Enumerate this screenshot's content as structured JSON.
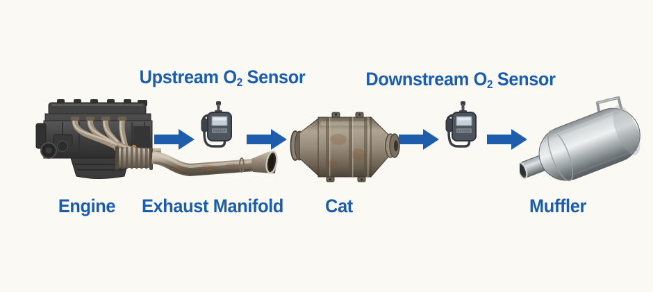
{
  "colors": {
    "background": "#faf9f4",
    "text_blue": "#1b5cad",
    "arrow_blue": "#1e5dac"
  },
  "labels": {
    "upstream_sensor": {
      "pre": "Upstream O",
      "sub": "2",
      "post": " Sensor"
    },
    "downstream_sensor": {
      "pre": "Downstream O",
      "sub": "2",
      "post": " Sensor"
    },
    "engine": "Engine",
    "exhaust_manifold": "Exhaust Manifold",
    "cat": "Cat",
    "muffler": "Muffler"
  },
  "icons": {
    "flow_arrow": "right-arrow-icon",
    "o2_sensor": "o2-sensor-gauge-icon"
  },
  "flow_sequence": [
    "Engine",
    "Exhaust Manifold",
    "Upstream O2 Sensor",
    "Cat",
    "Downstream O2 Sensor",
    "Muffler"
  ]
}
